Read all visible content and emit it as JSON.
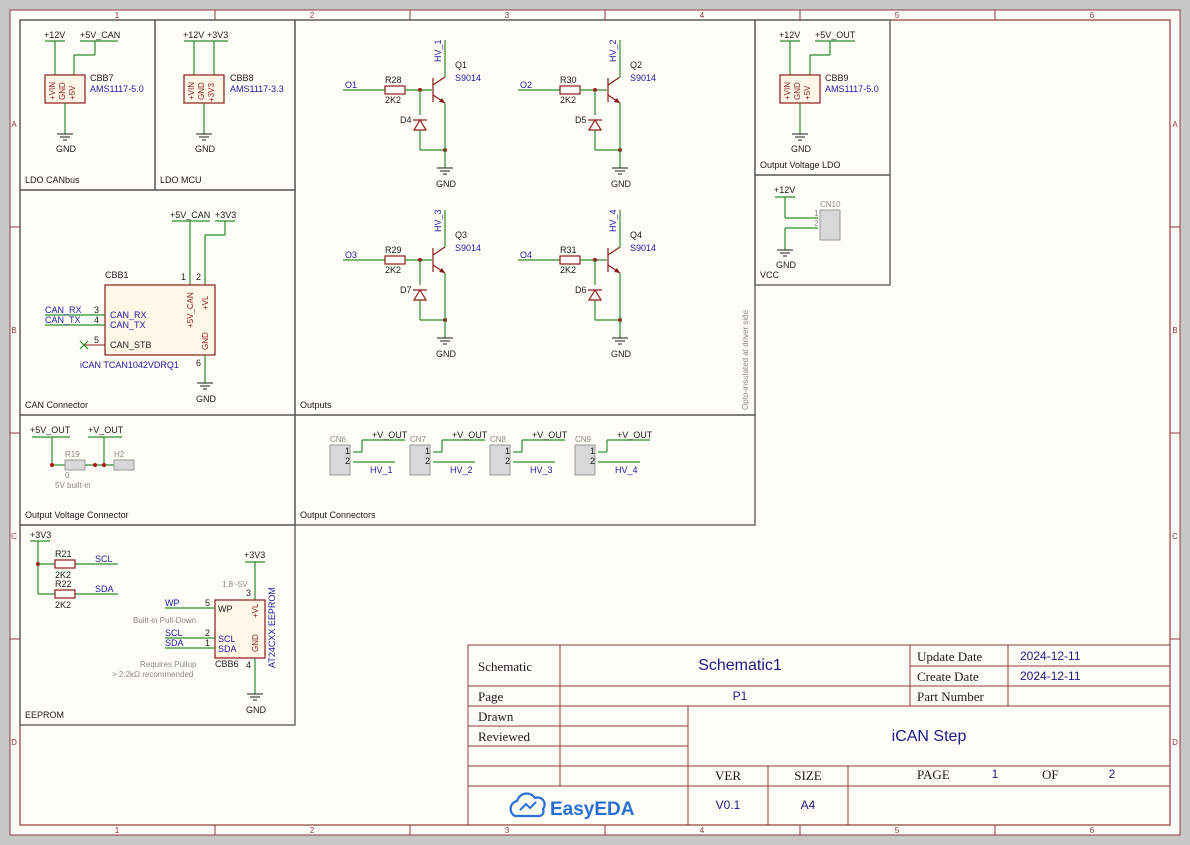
{
  "ruler": {
    "columns": [
      "1",
      "2",
      "3",
      "4",
      "5",
      "6"
    ],
    "rows": [
      "A",
      "B",
      "C",
      "D"
    ]
  },
  "blocks": {
    "ldo_canbus": "LDO CANbus",
    "ldo_mcu": "LDO MCU",
    "output_voltage_ldo": "Output Voltage LDO",
    "vcc": "VCC",
    "can_connector": "CAN Connector",
    "outputs": "Outputs",
    "output_voltage_connector": "Output Voltage Connector",
    "output_connectors": "Output Connectors",
    "eeprom": "EEPROM"
  },
  "ldo": [
    {
      "ref": "CBB7",
      "value": "AMS1117-5.0",
      "in_net": "+12V",
      "out_net": "+5V_CAN",
      "pins": [
        "+VIN",
        "GND",
        "+5V"
      ],
      "gnd": "GND"
    },
    {
      "ref": "CBB8",
      "value": "AMS1117-3.3",
      "in_net": "+12V",
      "out_net": "+3V3",
      "pins": [
        "+VIN",
        "GND",
        "+3V3"
      ],
      "gnd": "GND"
    },
    {
      "ref": "CBB9",
      "value": "AMS1117-5.0",
      "in_net": "+12V",
      "out_net": "+5V_OUT",
      "pins": [
        "+VIN",
        "GND",
        "+5V"
      ],
      "gnd": "GND"
    }
  ],
  "vcc": {
    "net": "+12V",
    "ref": "CN10",
    "pins": [
      "1",
      "2"
    ],
    "gnd": "GND"
  },
  "can": {
    "ref": "CBB1",
    "value": "iCAN TCAN1042VDRQ1",
    "nets_top": [
      "+5V_CAN",
      "+3V3"
    ],
    "pin_nums_top": [
      "1",
      "2"
    ],
    "pins_top": [
      "+5V_CAN",
      "+VL"
    ],
    "left_pins": [
      {
        "num": "3",
        "name": "CAN_RX",
        "net": "CAN_RX"
      },
      {
        "num": "4",
        "name": "CAN_TX",
        "net": "CAN_TX"
      },
      {
        "num": "5",
        "name": "CAN_STB",
        "net": ""
      }
    ],
    "gnd_pin_num": "6",
    "gnd_pin_name": "GND",
    "gnd": "GND"
  },
  "outputs": {
    "channels": [
      {
        "input": "O1",
        "r_ref": "R28",
        "r_val": "2K2",
        "d_ref": "D4",
        "q_ref": "Q1",
        "q_val": "S9014",
        "hv": "HV_1",
        "gnd": "GND"
      },
      {
        "input": "O2",
        "r_ref": "R30",
        "r_val": "2K2",
        "d_ref": "D5",
        "q_ref": "Q2",
        "q_val": "S9014",
        "hv": "HV_2",
        "gnd": "GND"
      },
      {
        "input": "O3",
        "r_ref": "R29",
        "r_val": "2K2",
        "d_ref": "D7",
        "q_ref": "Q3",
        "q_val": "S9014",
        "hv": "HV_3",
        "gnd": "GND"
      },
      {
        "input": "O4",
        "r_ref": "R31",
        "r_val": "2K2",
        "d_ref": "D6",
        "q_ref": "Q4",
        "q_val": "S9014",
        "hv": "HV_4",
        "gnd": "GND"
      }
    ],
    "note": "Opto-insulated at driver side"
  },
  "ovc": {
    "net_a": "+5V_OUT",
    "net_b": "+V_OUT",
    "r_ref": "R19",
    "r_val": "0",
    "h_ref": "H2",
    "note": "5V built-in"
  },
  "out_conns": [
    {
      "ref": "CN6",
      "top": "+V_OUT",
      "bot": "HV_1",
      "pins": [
        "1",
        "2"
      ]
    },
    {
      "ref": "CN7",
      "top": "+V_OUT",
      "bot": "HV_2",
      "pins": [
        "1",
        "2"
      ]
    },
    {
      "ref": "CN8",
      "top": "+V_OUT",
      "bot": "HV_3",
      "pins": [
        "1",
        "2"
      ]
    },
    {
      "ref": "CN9",
      "top": "+V_OUT",
      "bot": "HV_4",
      "pins": [
        "1",
        "2"
      ]
    }
  ],
  "eeprom": {
    "pwr": "+3V3",
    "r1_ref": "R21",
    "r1_val": "2K2",
    "r1_net": "SCL",
    "r2_ref": "R22",
    "r2_val": "2K2",
    "r2_net": "SDA",
    "ic_pwr": "+3V3",
    "volt_range": "1.8~5V",
    "ic_ref": "CBB6",
    "ic_val": "AT24CXX EEPROM",
    "pins": [
      {
        "num": "5",
        "name": "WP",
        "net": "WP"
      },
      {
        "num": "2",
        "name": "SCL",
        "net": "SCL"
      },
      {
        "num": "1",
        "name": "SDA",
        "net": "SDA"
      }
    ],
    "top_pin_num": "3",
    "top_pin_name": "+VL",
    "gnd_pin_num": "4",
    "gnd_pin_name": "GND",
    "wp_note": "Built-in Pull-Down",
    "pullup_note_1": "Requires Pullup",
    "pullup_note_2": "> 2.2kΩ recommended",
    "gnd": "GND"
  },
  "title_block": {
    "schematic_label": "Schematic",
    "schematic_value": "Schematic1",
    "page_label": "Page",
    "page_value": "P1",
    "update_label": "Update Date",
    "update_value": "2024-12-11",
    "create_label": "Create Date",
    "create_value": "2024-12-11",
    "part_label": "Part Number",
    "drawn_label": "Drawn",
    "reviewed_label": "Reviewed",
    "project": "iCAN Step",
    "ver_label": "VER",
    "ver_value": "V0.1",
    "size_label": "SIZE",
    "size_value": "A4",
    "page_num_label": "PAGE",
    "page_num": "1",
    "of_label": "OF",
    "page_total": "2",
    "logo_text": "EasyEDA"
  }
}
